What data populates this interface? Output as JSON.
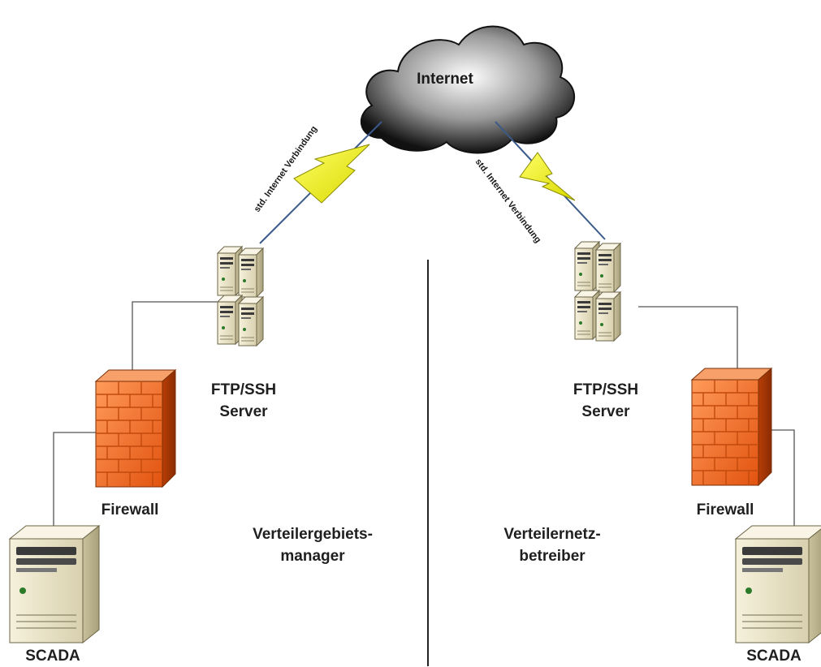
{
  "cloud": {
    "label": "Internet"
  },
  "links": {
    "left_connection_label": "std. Internet Verbindung",
    "right_connection_label": "std. Internet Verbindung"
  },
  "left": {
    "server_label_line1": "FTP/SSH",
    "server_label_line2": "Server",
    "firewall_label": "Firewall",
    "scada_label": "SCADA",
    "role_label_line1": "Verteilergebiets-",
    "role_label_line2": "manager"
  },
  "right": {
    "server_label_line1": "FTP/SSH",
    "server_label_line2": "Server",
    "firewall_label": "Firewall",
    "scada_label": "SCADA",
    "role_label_line1": "Verteilernetz-",
    "role_label_line2": "betreiber"
  },
  "colors": {
    "lightning": "#f2f200",
    "firewall": "#f26a1b",
    "server_body": "#e8e2c8",
    "line": "#555555"
  }
}
